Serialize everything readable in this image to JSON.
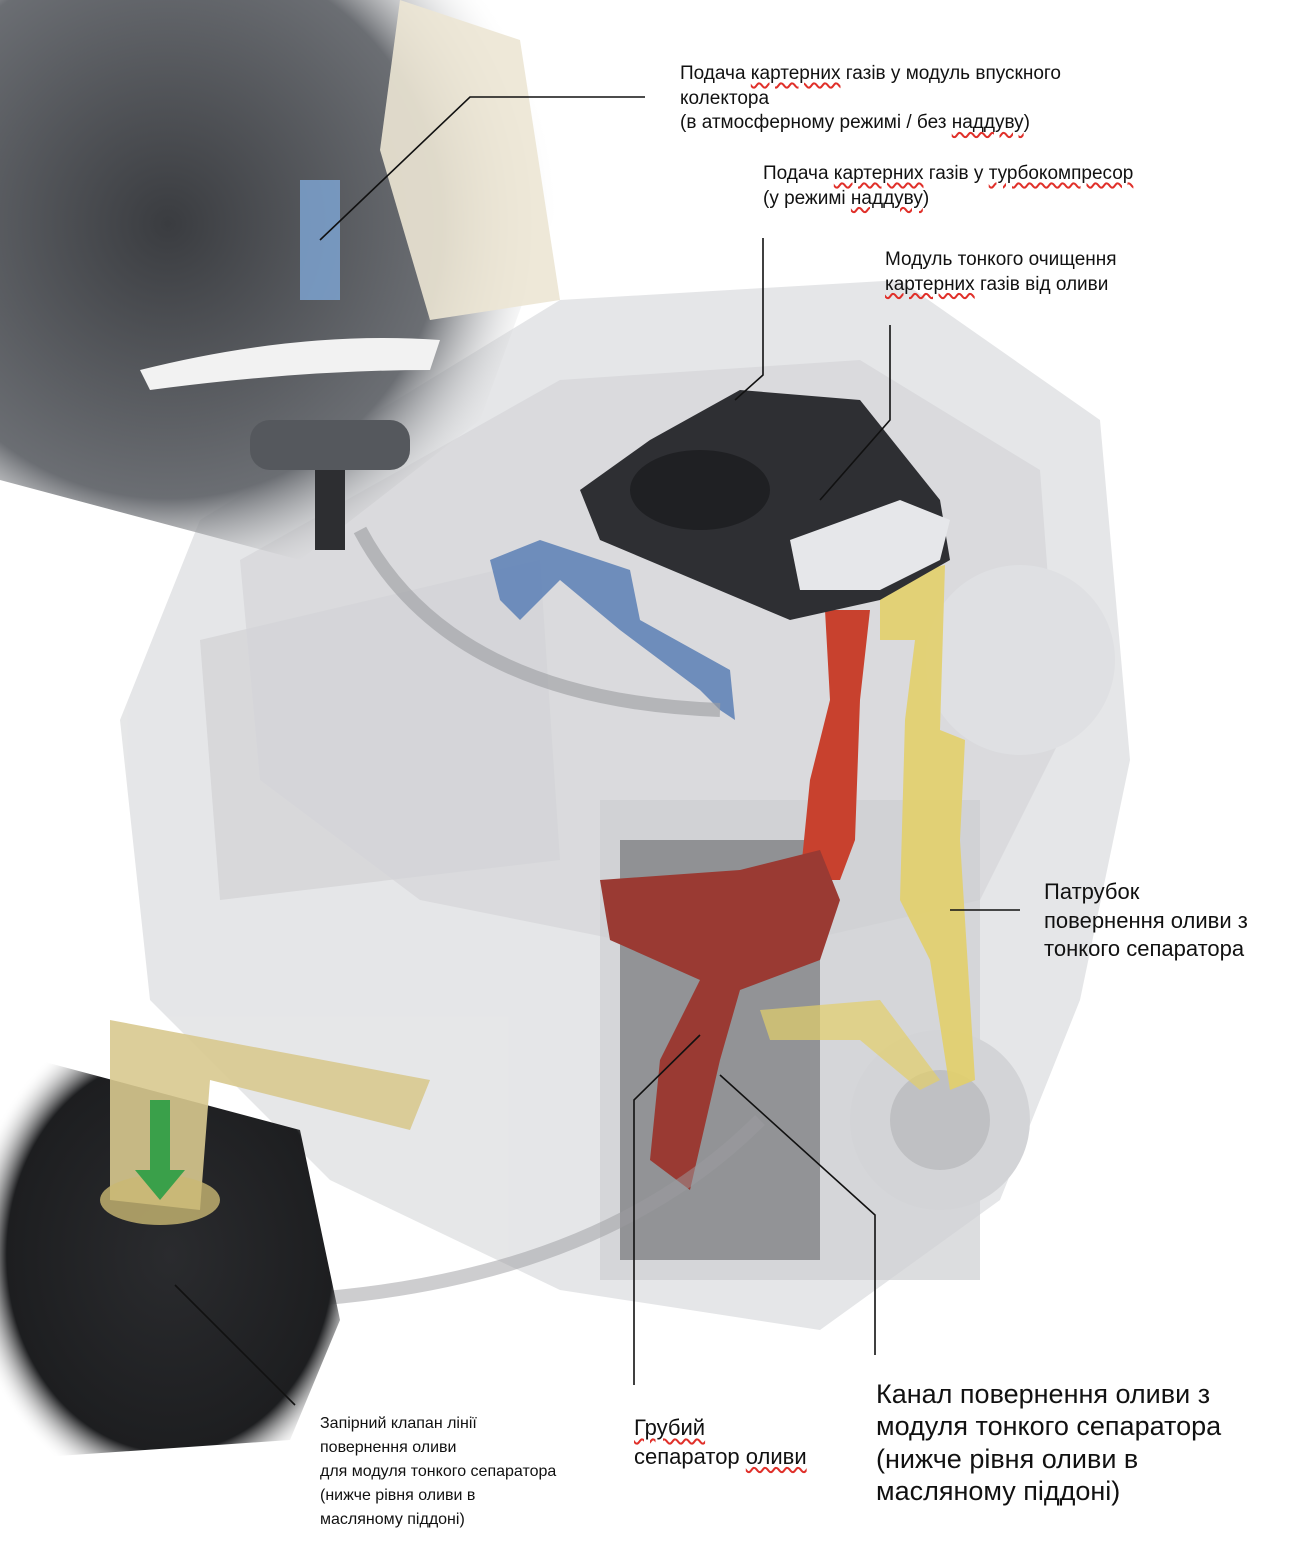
{
  "labels": {
    "intake": [
      [
        {
          "t": "Подача "
        },
        {
          "t": "картерних",
          "sq": true
        },
        {
          "t": " газів у модуль впускного"
        }
      ],
      [
        {
          "t": "колектора"
        }
      ],
      [
        {
          "t": "(в атмосферному режимі / без "
        },
        {
          "t": "наддуву",
          "sq": true
        },
        {
          "t": ")"
        }
      ]
    ],
    "turbo": [
      [
        {
          "t": "Подача "
        },
        {
          "t": "картерних",
          "sq": true
        },
        {
          "t": " газів у "
        },
        {
          "t": "турбокомпресор",
          "sq": true
        }
      ],
      [
        {
          "t": "(у режимі "
        },
        {
          "t": "наддуву",
          "sq": true
        },
        {
          "t": ")"
        }
      ]
    ],
    "fine": [
      [
        {
          "t": "Модуль тонкого очищення"
        }
      ],
      [
        {
          "t": "картерних",
          "sq": true
        },
        {
          "t": " газів від оливи"
        }
      ]
    ],
    "pipe": [
      [
        {
          "t": "Патрубок"
        }
      ],
      [
        {
          "t": "повернення оливи з"
        }
      ],
      [
        {
          "t": "тонкого сепаратора"
        }
      ]
    ],
    "valve": [
      [
        {
          "t": "Запірний клапан лінії"
        }
      ],
      [
        {
          "t": "повернення оливи"
        }
      ],
      [
        {
          "t": "для модуля тонкого сепаратора"
        }
      ],
      [
        {
          "t": "(нижче рівня оливи в"
        }
      ],
      [
        {
          "t": "масляному піддоні)"
        }
      ]
    ],
    "coarse": [
      [
        {
          "t": "Грубий",
          "sq": true
        }
      ],
      [
        {
          "t": "сепаратор "
        },
        {
          "t": "оливи",
          "sq": true
        }
      ]
    ],
    "channel": [
      [
        {
          "t": "Канал повернення оливи з"
        }
      ],
      [
        {
          "t": "модуля тонкого сепаратора"
        }
      ],
      [
        {
          "t": "(нижче рівня оливи в"
        }
      ],
      [
        {
          "t": "масляному піддоні)"
        }
      ]
    ]
  },
  "colors": {
    "engine": "#d9dadd",
    "crankcase_vent_red": "#c8412e",
    "oil_return_yellow": "#e2cf6a",
    "separator_black": "#2e2f33",
    "intake_blue": "#5a7fb5",
    "coarse_separator": "#9a3a33",
    "squiggle": "#e0302a"
  }
}
